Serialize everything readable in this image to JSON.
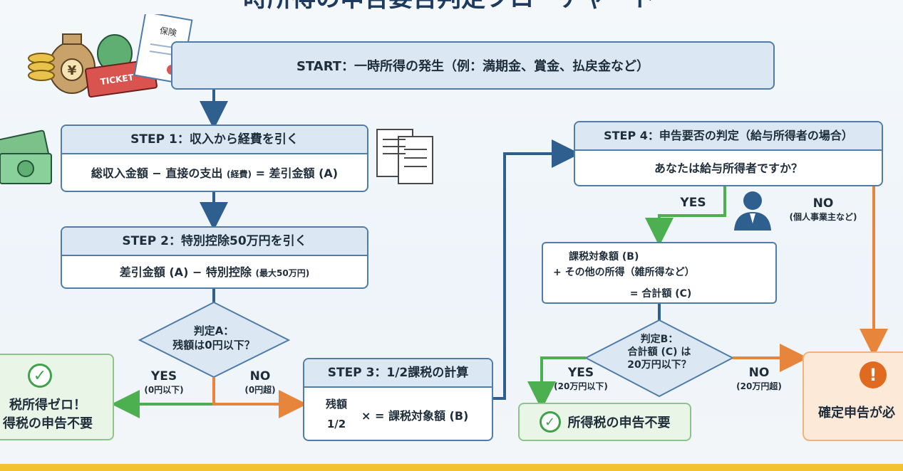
{
  "colors": {
    "blue": "#2f5f8f",
    "green": "#4caf50",
    "orange": "#e8853d",
    "box_border": "#4f7ca8"
  },
  "title": "時所得の申告要否判定フローチャート",
  "start": "START：一時所得の発生（例：満期金、賞金、払戻金など）",
  "step1": {
    "header": "STEP 1：収入から経費を引く",
    "formula_main": "総収入金額 − 直接の支出",
    "formula_note": "(経費)",
    "formula_end": "= 差引金額 (A)"
  },
  "step2": {
    "header": "STEP 2：特別控除50万円を引く",
    "formula_main": "差引金額 (A) − 特別控除",
    "formula_note": "(最大50万円)"
  },
  "decisionA": {
    "line1": "判定A：",
    "line2": "残額は0円以下？"
  },
  "yesA": {
    "label": "YES",
    "sub": "(0円以下)"
  },
  "noA": {
    "label": "NO",
    "sub": "(0円超)"
  },
  "zero_box": {
    "line1": "税所得ゼロ！",
    "line2": "得税の申告不要"
  },
  "step3": {
    "header": "STEP 3：1/2課税の計算",
    "numerator": "残額",
    "denominator": "1/2",
    "result": "× = 課税対象額 (B)"
  },
  "step4": {
    "header": "STEP 4：申告要否の判定（給与所得者の場合）",
    "question": "あなたは給与所得者ですか？"
  },
  "yes4": {
    "label": "YES"
  },
  "no4": {
    "label": "NO",
    "sub": "(個人事業主など)"
  },
  "sum_box": {
    "line1": "課税対象額 (B)",
    "line2": "+ その他の所得（雑所得など）",
    "line3": "= 合計額 (C)"
  },
  "decisionB": {
    "line1": "判定B：",
    "line2": "合計額 (C) は",
    "line3": "20万円以下？"
  },
  "yesB": {
    "label": "YES",
    "sub": "(20万円以下)"
  },
  "noB": {
    "label": "NO",
    "sub": "(20万円超)"
  },
  "not_required": "所得税の申告不要",
  "required": "確定申告が必",
  "icons": [
    "money-bag-icon",
    "ticket-icon",
    "certificate-icon",
    "cash-icon",
    "receipt-icon",
    "person-icon",
    "check-icon",
    "warning-icon"
  ],
  "illustration_text": {
    "ticket": "TICKET",
    "cert": "保険",
    "yen": "¥"
  }
}
